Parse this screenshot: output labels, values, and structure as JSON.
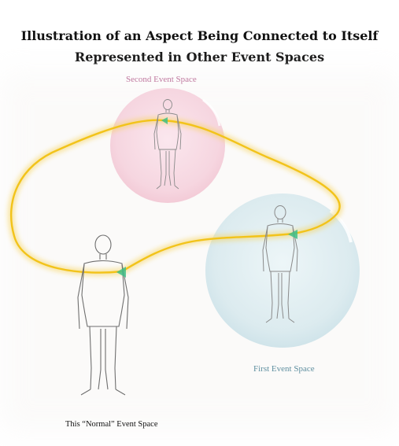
{
  "title": {
    "line1": "Illustration of an Aspect Being Connected to Itself",
    "line2": "Represented in Other Event Spaces"
  },
  "labels": {
    "second_space": "Second Event Space",
    "first_space": "First Event Space",
    "normal_space": "This “Normal” Event Space"
  },
  "colors": {
    "connection_line": "#f2c31a",
    "second_sphere": "#f6d5df",
    "first_sphere": "#d8e9ee",
    "aspect_marker": "#3fc08a"
  }
}
